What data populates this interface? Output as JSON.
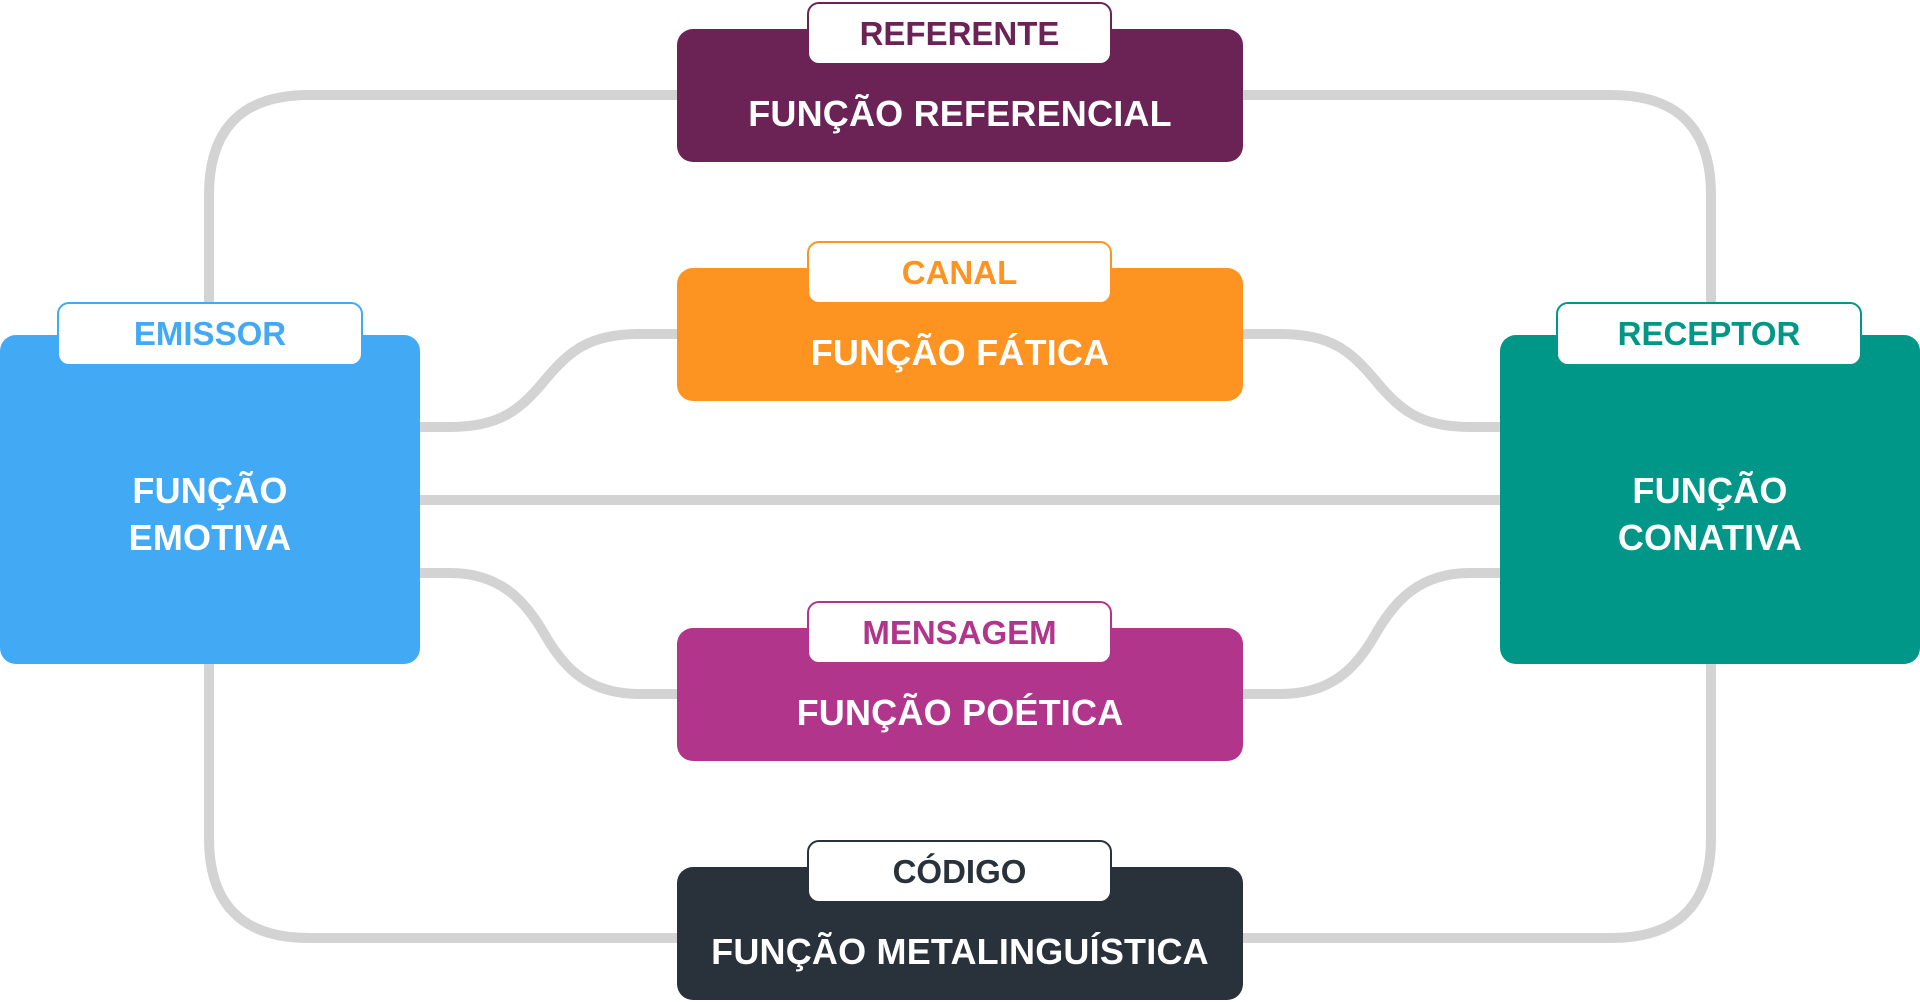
{
  "diagram": {
    "connector_color": "#d3d3d3",
    "nodes": {
      "referente": {
        "tab": "REFERENTE",
        "label": "FUNÇÃO REFERENCIAL",
        "color": "#6b2356"
      },
      "canal": {
        "tab": "CANAL",
        "label": "FUNÇÃO FÁTICA",
        "color": "#fd9421"
      },
      "mensagem": {
        "tab": "MENSAGEM",
        "label": "FUNÇÃO POÉTICA",
        "color": "#b1368b"
      },
      "codigo": {
        "tab": "CÓDIGO",
        "label": "FUNÇÃO METALINGUÍSTICA",
        "color": "#29313a"
      },
      "emissor": {
        "tab": "EMISSOR",
        "label_line1": "FUNÇÃO",
        "label_line2": "EMOTIVA",
        "color": "#42a9f4"
      },
      "receptor": {
        "tab": "RECEPTOR",
        "label_line1": "FUNÇÃO",
        "label_line2": "CONATIVA",
        "color": "#009788"
      }
    }
  }
}
